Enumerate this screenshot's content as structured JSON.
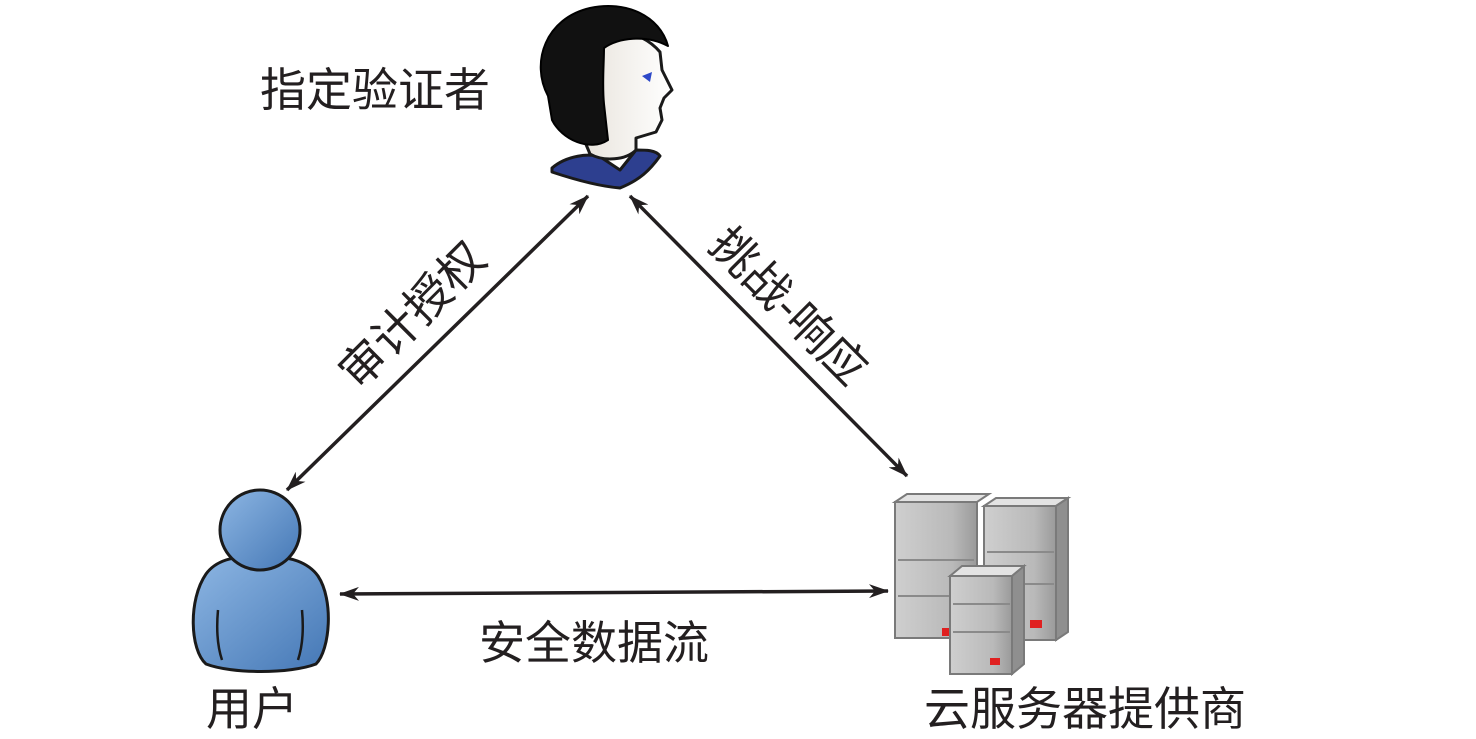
{
  "nodes": {
    "verifier": {
      "label": "指定验证者"
    },
    "user": {
      "label": "用户"
    },
    "cloud": {
      "label": "云服务器提供商"
    }
  },
  "edges": {
    "user_verifier": {
      "label": "审计授权"
    },
    "verifier_cloud": {
      "label": "挑战-响应"
    },
    "user_cloud": {
      "label": "安全数据流"
    }
  },
  "colors": {
    "ink": "#231f20",
    "user_figure": "#5b8fc9",
    "verifier_collar": "#2d3f8f",
    "server_body": "#bdbdbd",
    "server_led": "#e02020"
  },
  "icons": {
    "verifier": "person-head-icon",
    "user": "user-icon",
    "cloud": "server-rack-icon"
  }
}
